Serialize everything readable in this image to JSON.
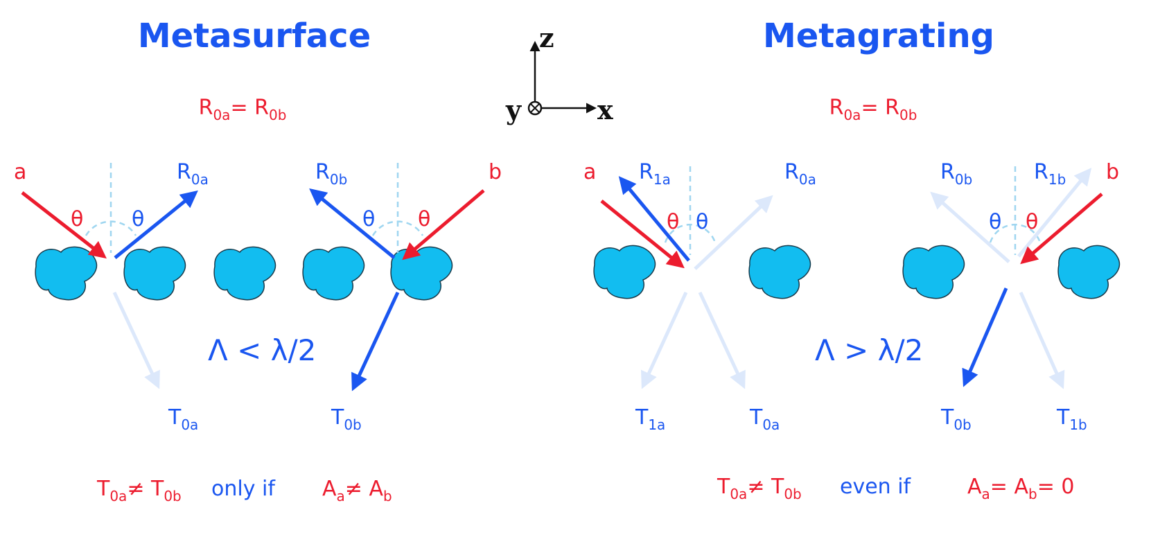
{
  "left_panel": {
    "title": "Metasurface",
    "equality": {
      "a": "R",
      "a_sub": "0a",
      "eq": "= R",
      "b_sub": "0b"
    },
    "inc_a": "a",
    "inc_b": "b",
    "theta": "θ",
    "r0a": {
      "main": "R",
      "sub": "0a"
    },
    "r0b": {
      "main": "R",
      "sub": "0b"
    },
    "t0a": {
      "main": "T",
      "sub": "0a"
    },
    "t0b": {
      "main": "T",
      "sub": "0b"
    },
    "period_condition": "Λ < λ/2",
    "bottom": {
      "t_main1": "T",
      "t_sub1": "0a",
      "neq": "≠ T",
      "t_sub2": "0b",
      "cond": "only if",
      "a_main": "A",
      "a_sub": "a",
      "neq2": "≠ A",
      "b_sub": "b"
    }
  },
  "right_panel": {
    "title": "Metagrating",
    "equality": {
      "a": "R",
      "a_sub": "0a",
      "eq": "= R",
      "b_sub": "0b"
    },
    "inc_a": "a",
    "inc_b": "b",
    "theta": "θ",
    "r1a": {
      "main": "R",
      "sub": "1a"
    },
    "r0a": {
      "main": "R",
      "sub": "0a"
    },
    "r0b": {
      "main": "R",
      "sub": "0b"
    },
    "r1b": {
      "main": "R",
      "sub": "1b"
    },
    "t1a": {
      "main": "T",
      "sub": "1a"
    },
    "t0a": {
      "main": "T",
      "sub": "0a"
    },
    "t0b": {
      "main": "T",
      "sub": "0b"
    },
    "t1b": {
      "main": "T",
      "sub": "1b"
    },
    "period_condition": "Λ > λ/2",
    "bottom": {
      "t_main1": "T",
      "t_sub1": "0a",
      "neq": "≠ T",
      "t_sub2": "0b",
      "cond": "even if",
      "a_main": "A",
      "a_sub": "a",
      "eq1": "= A",
      "b_sub": "b",
      "eq2": "= 0"
    }
  },
  "axes": {
    "z": "z",
    "y": "y",
    "x": "x"
  },
  "colors": {
    "red": "#ec1c2e",
    "blue": "#1a56f0",
    "faint": "#dce8fb",
    "particle": "#12bdf0",
    "guide": "#9fd6f0"
  }
}
